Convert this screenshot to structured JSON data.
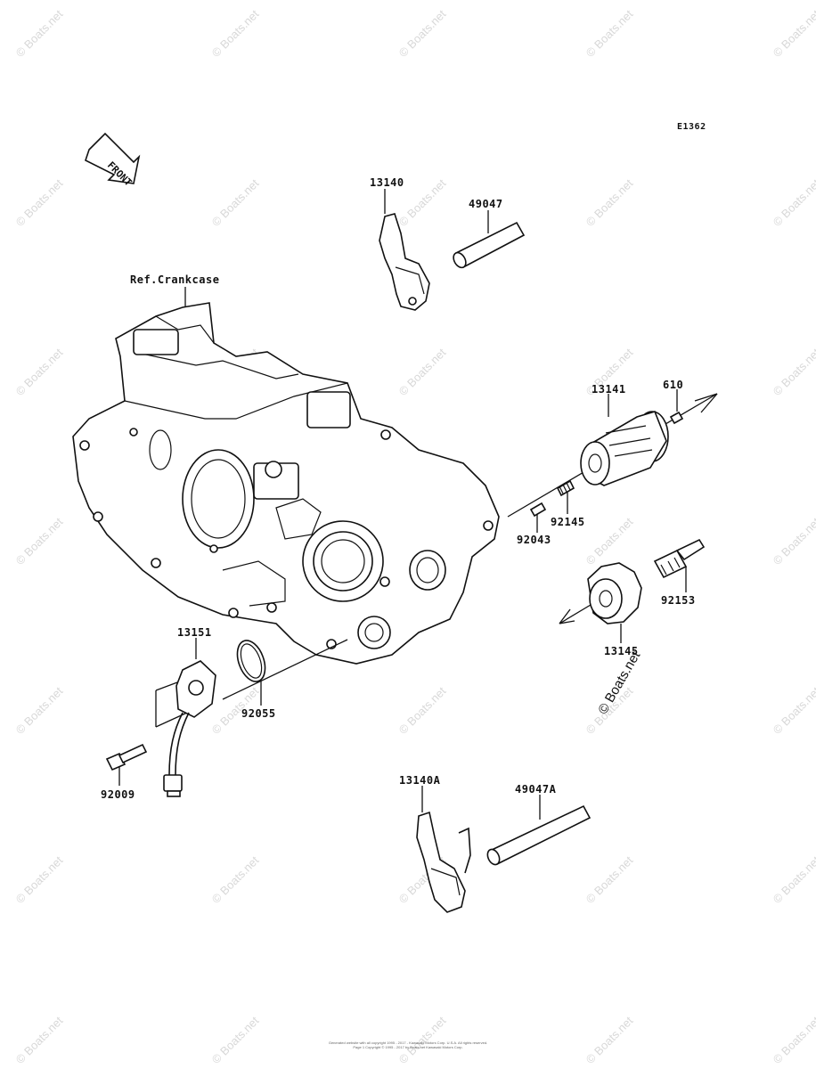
{
  "diagram_code": "E1362",
  "front_label": "FRONT",
  "ref_label": "Ref.Crankcase",
  "parts": [
    {
      "id": "p13140",
      "label": "13140"
    },
    {
      "id": "p49047",
      "label": "49047"
    },
    {
      "id": "p13141",
      "label": "13141"
    },
    {
      "id": "p610",
      "label": "610"
    },
    {
      "id": "p92145",
      "label": "92145"
    },
    {
      "id": "p92043",
      "label": "92043"
    },
    {
      "id": "p92153",
      "label": "92153"
    },
    {
      "id": "p13145",
      "label": "13145"
    },
    {
      "id": "p13151",
      "label": "13151"
    },
    {
      "id": "p92055",
      "label": "92055"
    },
    {
      "id": "p92009",
      "label": "92009"
    },
    {
      "id": "p13140A",
      "label": "13140A"
    },
    {
      "id": "p49047A",
      "label": "49047A"
    }
  ],
  "watermark_text": "© Boats.net",
  "footer_lines": [
    "Generated website with all copyright 1995 - 2017 - Kawasaki Motors Corp. U.S.A. All rights reserved.",
    "Page 1 Copyright © 1995 - 2017 by Boats.net Kawasaki Motors Corp."
  ]
}
